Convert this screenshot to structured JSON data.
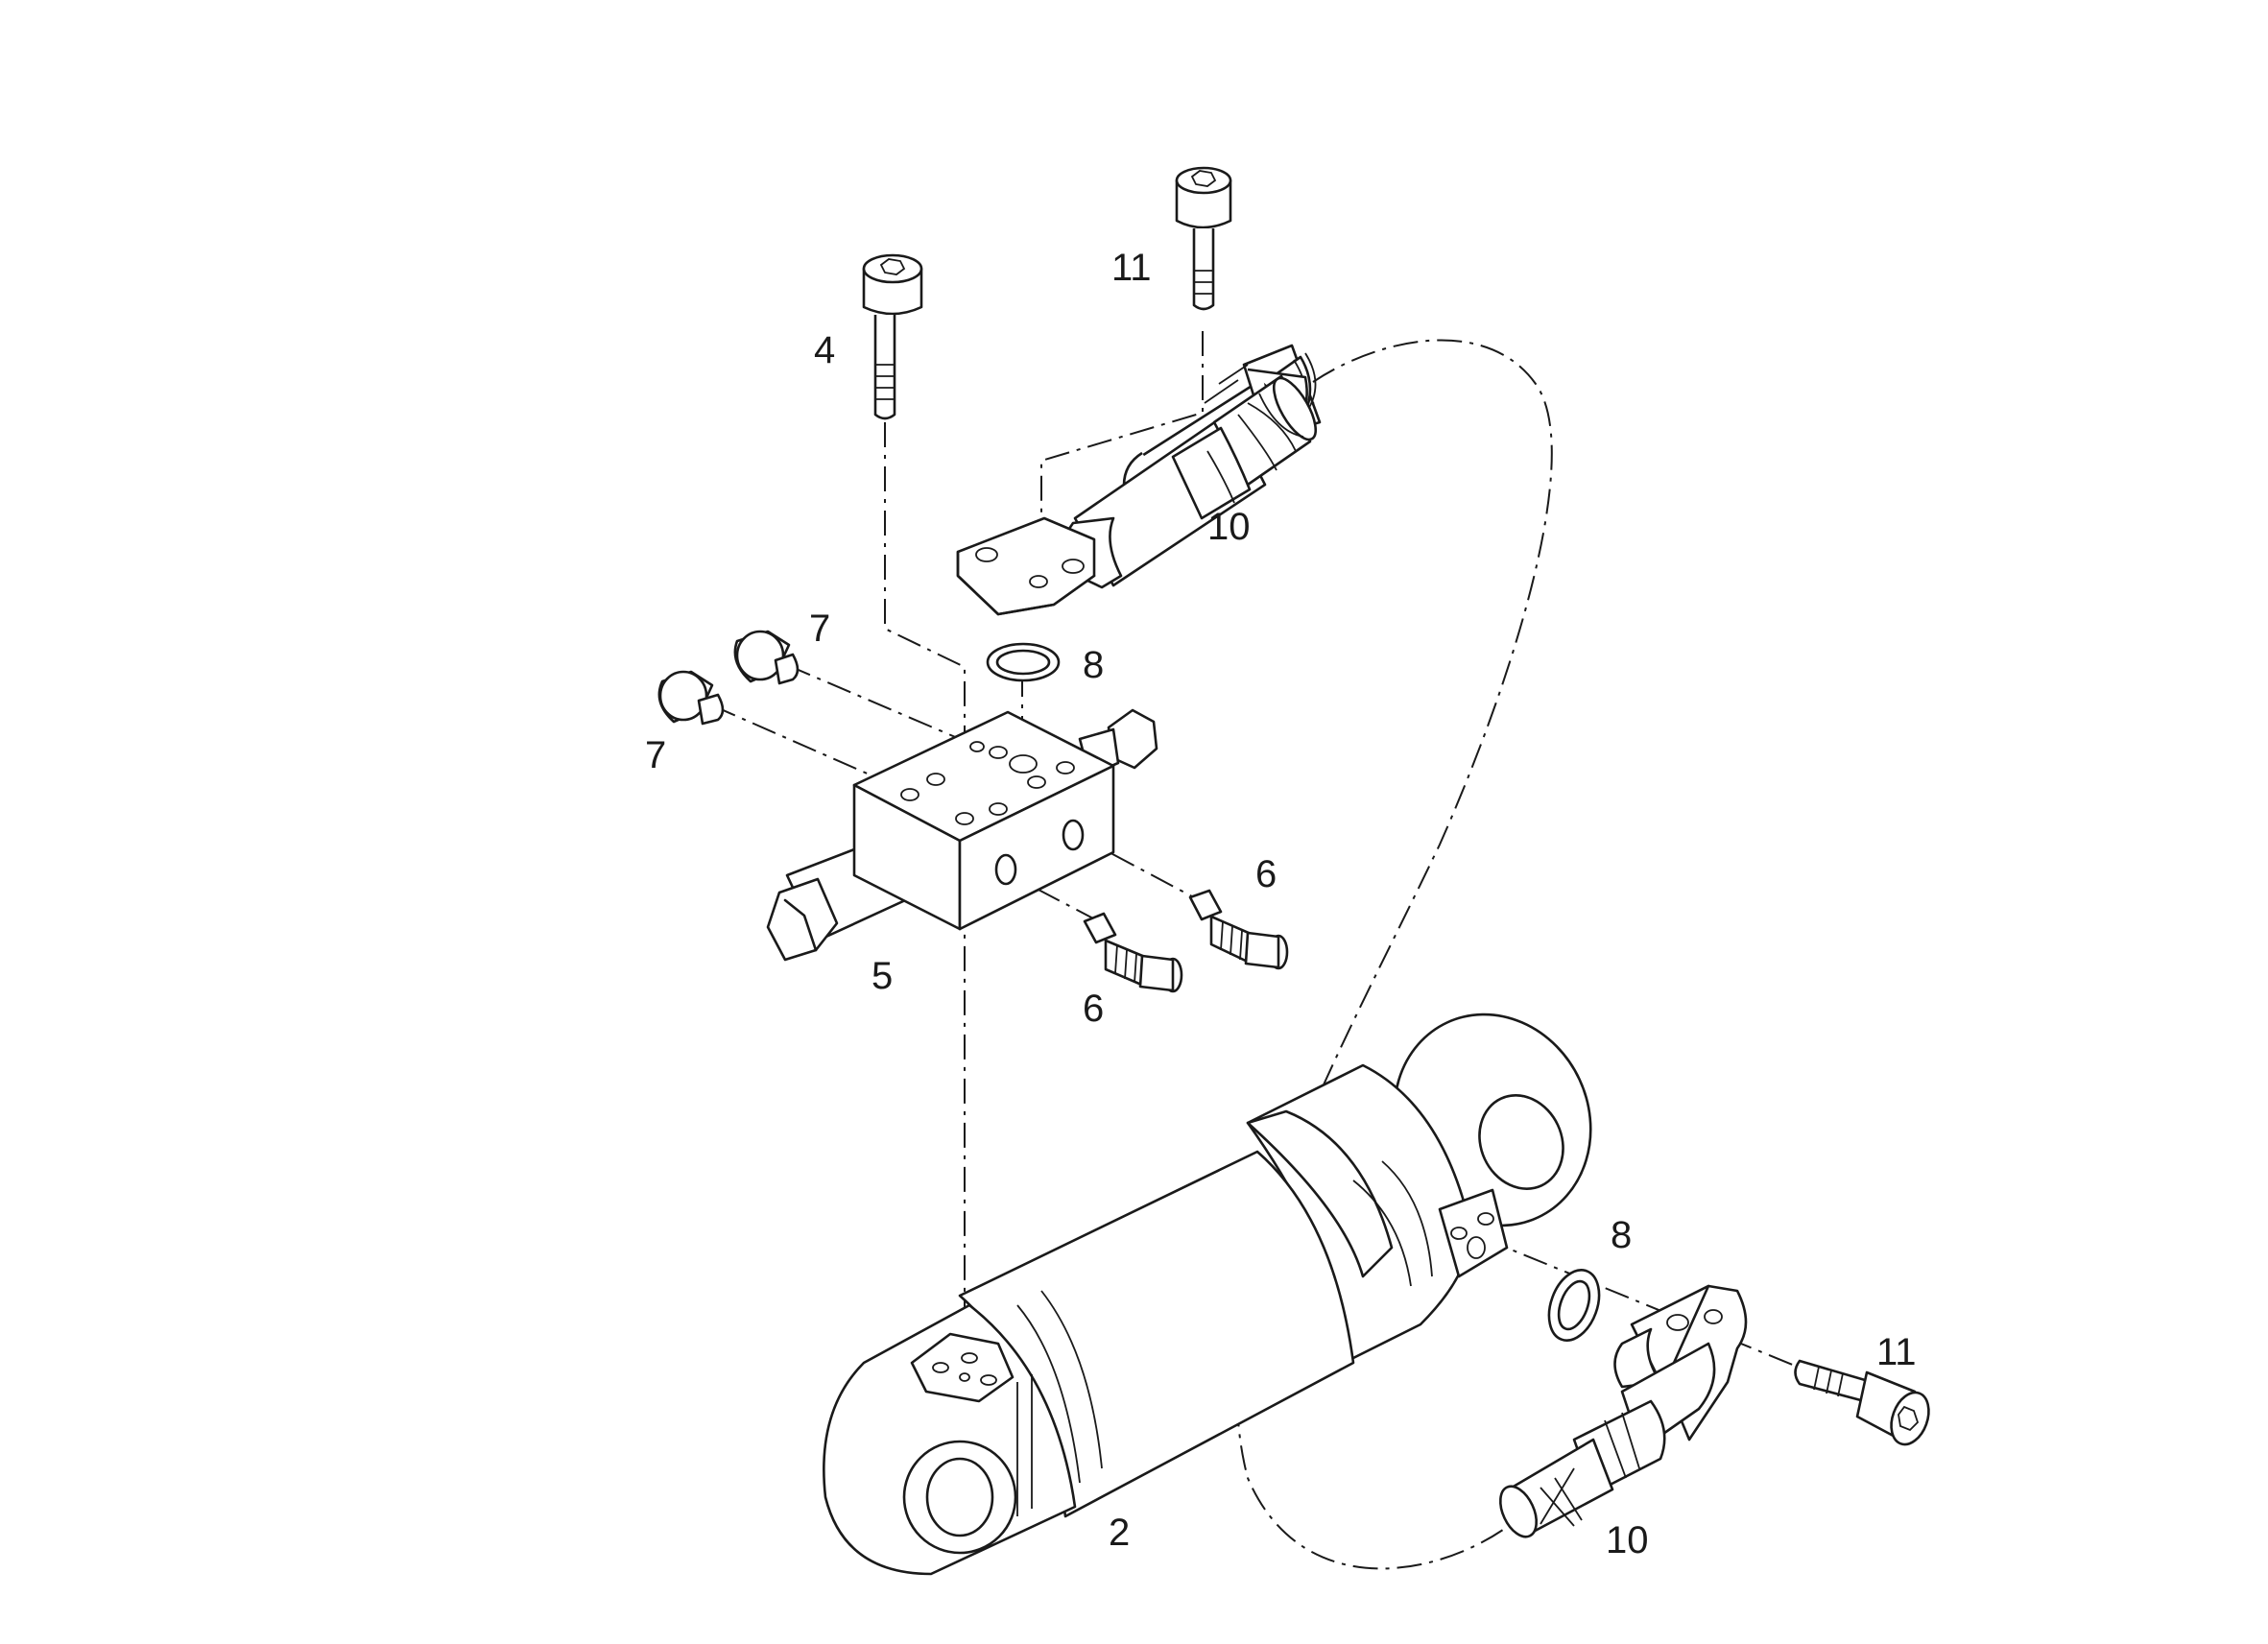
{
  "callouts": [
    {
      "id": "c-4",
      "text": "4"
    },
    {
      "id": "c-11a",
      "text": "11"
    },
    {
      "id": "c-10a",
      "text": "10"
    },
    {
      "id": "c-7a",
      "text": "7"
    },
    {
      "id": "c-7b",
      "text": "7"
    },
    {
      "id": "c-8a",
      "text": "8"
    },
    {
      "id": "c-6a",
      "text": "6"
    },
    {
      "id": "c-6b",
      "text": "6"
    },
    {
      "id": "c-5",
      "text": "5"
    },
    {
      "id": "c-8b",
      "text": "8"
    },
    {
      "id": "c-11b",
      "text": "11"
    },
    {
      "id": "c-2",
      "text": "2"
    },
    {
      "id": "c-10b",
      "text": "10"
    }
  ]
}
